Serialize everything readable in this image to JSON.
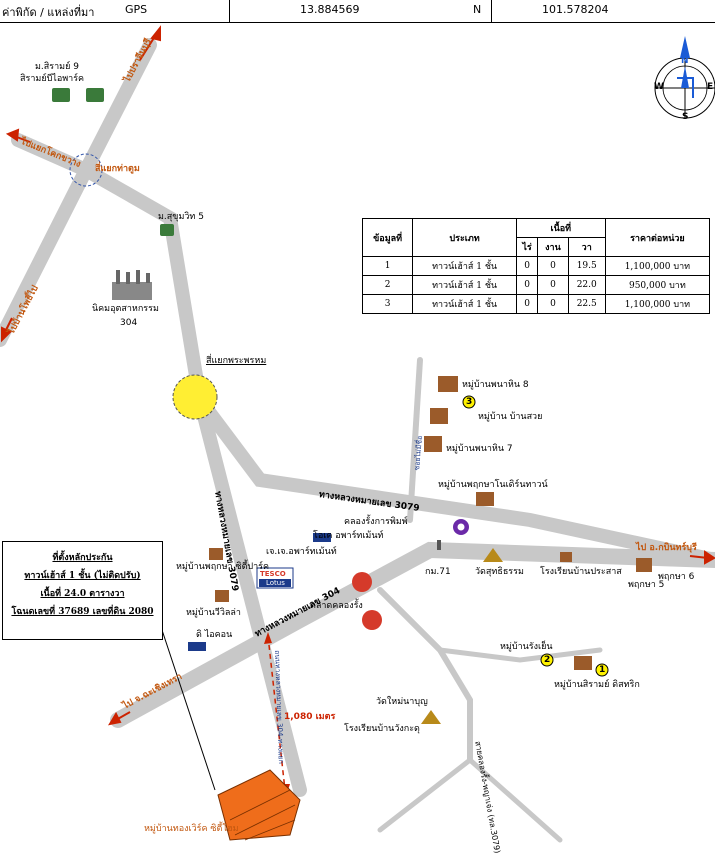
{
  "header": {
    "coord_label": "ค่าพิกัด / แหล่งที่มา",
    "coord_source": "GPS",
    "latitude": "13.884569",
    "lat_unit": "N",
    "longitude": "101.578204"
  },
  "compass": {
    "north": "N",
    "south": "S",
    "east": "E",
    "west": "W"
  },
  "places": {
    "ms9": "ม.สิรามย์ 9",
    "ms9_name": "สิรามย์บีไอพาร์ค",
    "to_prachinburi": "ไปปราจีนบุรี",
    "to_kok": "ไปแยกโคกขวาง",
    "sam_yaek": "สี่แยกท่าตูม",
    "to_ban_phai": "ไปบ้านโพธิ์ไป",
    "sukhumvit5": "ม.สุขุมวิท 5",
    "industrial": "นิคมอุตสาหกรรม",
    "industrial_no": "304",
    "phra_phrom": "สี่แยกพระพรหม",
    "phanhin8": "หมู่บ้านพนาหิน 8",
    "ban_suay": "หมู่บ้าน บ้านสวย",
    "phanhin7": "หมู่บ้านพนาหิน 7",
    "phrueksa_garden": "หมู่บ้านพฤกษาโนเดิร์นทาวน์",
    "road3079": "ทางหลวงหมายเลข 3079",
    "klong_rung": "คลองรั้งการพิมพ์",
    "otop": "โอเค อพาร์ทเม้นท์",
    "jj": "เจ.เจ.อพาร์ทเม้นท์",
    "to_kabin": "ไป อ.กบินทร์บุรี",
    "phrueksa6": "พฤกษา 6",
    "phrueksa5": "พฤกษา 5",
    "km71": "กม.71",
    "wat_suthi": "วัดสุทธิธรรม",
    "school_prasat": "โรงเรียนบ้านประสาส",
    "phrueksa_city": "หมู่บ้านพฤกษา ซิตี้ปาร์ค",
    "tesco": "TESCO",
    "lotus": "Lotus",
    "road304": "ทางหลวงหมายเลข 304",
    "market": "ตลาดคลองรั้ง",
    "vivilla": "หมู่บ้านวีวิลล่า",
    "di_icon": "ดิ ไอคอน",
    "to_chachoeng": "ไป จ.ฉะเชิงเทรา",
    "klong_rung_road": "ซอยไม่มีชื่อ",
    "rang_yen": "หมู่บ้านรังเย็น",
    "sirame_ditsa": "หมู่บ้านสิรามย์ ดิสทริก",
    "wat_mai": "วัดใหม่นาบุญ",
    "school_wang": "โรงเรียนบ้านวังกะดุ",
    "klong_road": "สายคลองรั้ง-พญาเจ่ง (ทล.3079)",
    "road3079_v": "ทางหลวงหมายเลข 3079",
    "distance": "1,080 เมตร",
    "target": "หมู่บ้านทองเวิร์ค ซิตี้โฮม",
    "road_vertical": "ถนนทางหลวงหมายเลข 304-ทางแยก"
  },
  "price_table": {
    "headers": {
      "no": "ข้อมูลที่",
      "type": "ประเภท",
      "area": "เนื้อที่",
      "price": "ราคาต่อหน่วย",
      "rai": "ไร่",
      "ngan": "งาน",
      "wa": "วา"
    },
    "rows": [
      {
        "no": "1",
        "type": "ทาวน์เฮ้าส์ 1 ชั้น",
        "rai": "0",
        "ngan": "0",
        "wa": "19.5",
        "price": "1,100,000 บาท"
      },
      {
        "no": "2",
        "type": "ทาวน์เฮ้าส์ 1 ชั้น",
        "rai": "0",
        "ngan": "0",
        "wa": "22.0",
        "price": "950,000 บาท"
      },
      {
        "no": "3",
        "type": "ทาวน์เฮ้าส์ 1 ชั้น",
        "rai": "0",
        "ngan": "0",
        "wa": "22.5",
        "price": "1,100,000 บาท"
      }
    ]
  },
  "infobox": {
    "line1": "ที่ตั้งหลักประกัน",
    "line2": "ทาวน์เฮ้าส์ 1 ชั้น (ไม่ติดปรับ)",
    "line3": "เนื้อที่ 24.0 ตารางวา",
    "line4": "โฉนดเลขที่ 37689 เลขที่ดิน 2080"
  },
  "markers": {
    "m1": "1",
    "m2": "2",
    "m3": "3"
  }
}
